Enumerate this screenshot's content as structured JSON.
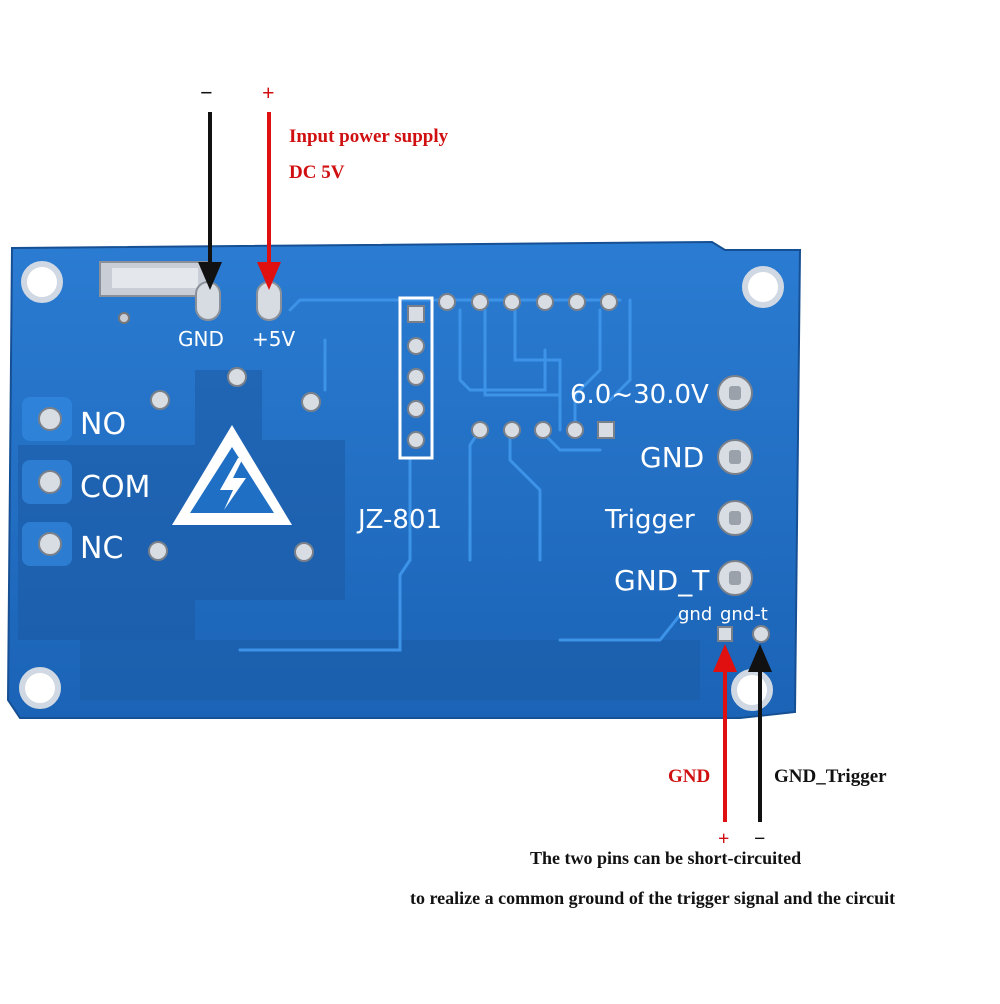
{
  "top_labels": {
    "minus": "−",
    "plus": "+",
    "power_title": "Input power supply",
    "power_voltage": "DC 5V"
  },
  "board": {
    "pad_gnd": "GND",
    "pad_5v": "+5V",
    "relay_no": "NO",
    "relay_com": "COM",
    "relay_nc": "NC",
    "model": "JZ-801",
    "voltage_range": "6.0~30.0V",
    "term_gnd": "GND",
    "term_trigger": "Trigger",
    "term_gnd_t": "GND_T",
    "jumper_gnd": "gnd",
    "jumper_gnd_t": "gnd-t"
  },
  "bottom_labels": {
    "gnd": "GND",
    "gnd_trigger": "GND_Trigger",
    "plus": "+",
    "minus": "−",
    "note_line1": "The two pins can be short-circuited",
    "note_line2": "to realize a common ground of the trigger signal and the circuit"
  },
  "colors": {
    "board": "#1f6fc4",
    "board_dark": "#185aa6",
    "trace": "#2e86e0",
    "arrow_red": "#e01010",
    "arrow_black": "#111111"
  }
}
